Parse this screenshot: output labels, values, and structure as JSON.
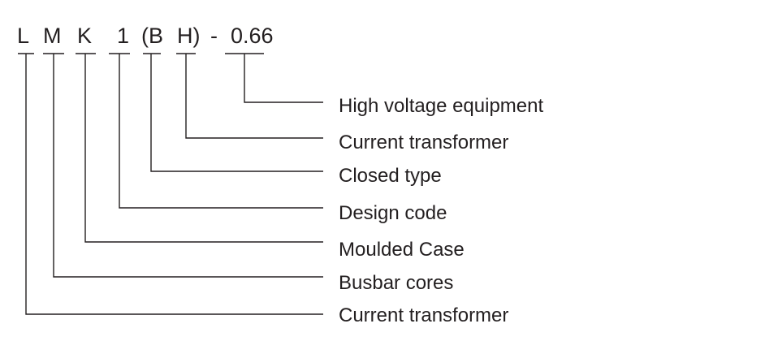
{
  "code": {
    "chars": [
      "L",
      "M",
      "K",
      "1",
      "(B",
      "H)",
      "-",
      "0.66"
    ]
  },
  "labels": [
    "High voltage equipment",
    "Current transformer",
    "Closed type",
    "Design code",
    "Moulded Case",
    "Busbar cores",
    "Current transformer"
  ]
}
